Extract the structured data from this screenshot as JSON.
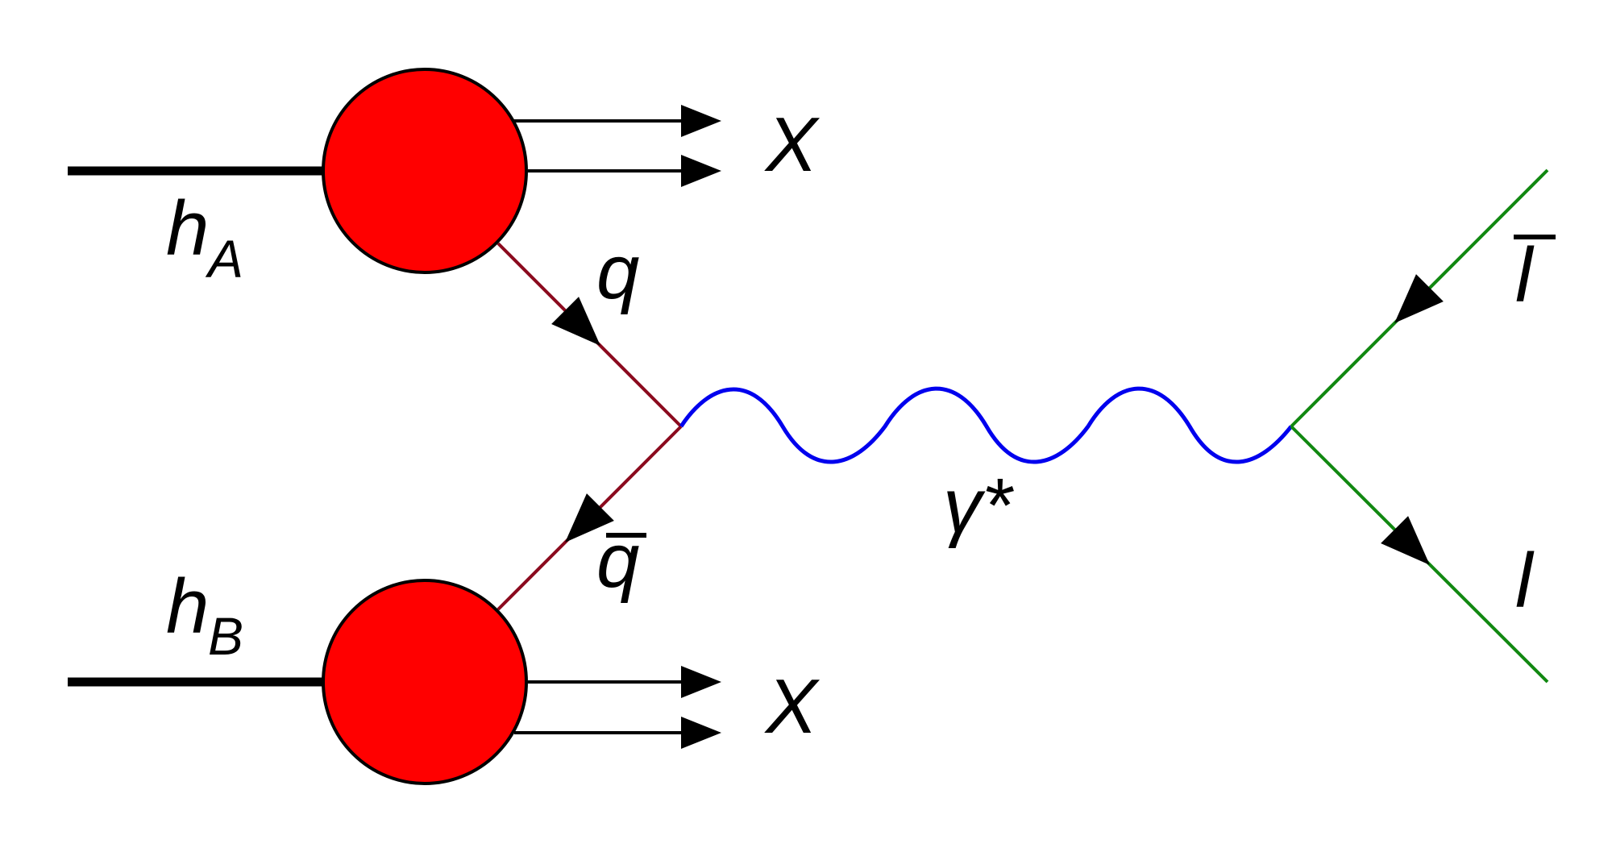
{
  "diagram": {
    "labels": {
      "hadron_a": "h",
      "hadron_a_sub": "A",
      "hadron_b": "h",
      "hadron_b_sub": "B",
      "remnant_top": "X",
      "remnant_bottom": "X",
      "quark": "q",
      "antiquark": "q",
      "photon": "γ*",
      "antilepton": "l",
      "lepton": "l"
    },
    "colors": {
      "hadron_blob": "#ff0000",
      "quark_line": "#8b0a1e",
      "photon_line": "#0000ee",
      "lepton_line": "#118811",
      "ink": "#000000"
    }
  }
}
